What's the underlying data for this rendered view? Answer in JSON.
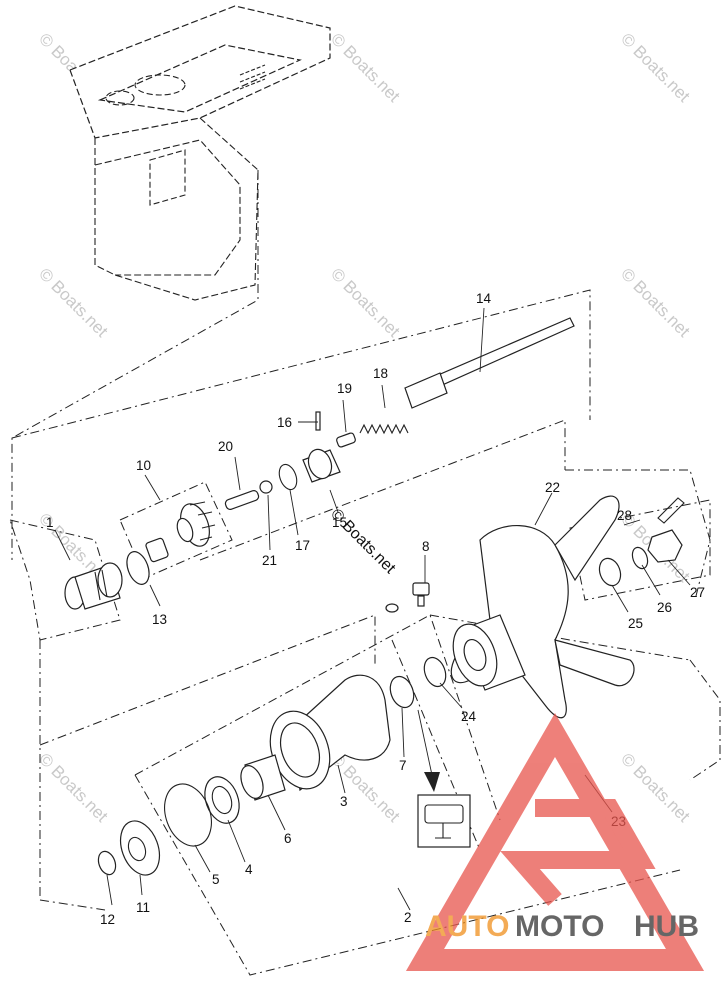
{
  "diagram": {
    "watermark_text": "© Boats.net",
    "watermark_overlay_text": "© Boats.net",
    "part_numbers": [
      "1",
      "2",
      "3",
      "4",
      "5",
      "6",
      "7",
      "8",
      "10",
      "11",
      "12",
      "13",
      "14",
      "16",
      "17",
      "18",
      "19",
      "20",
      "21",
      "22",
      "23",
      "24",
      "25",
      "26",
      "27",
      "28",
      "15"
    ]
  },
  "logo": {
    "brand_text_a": "AUTO",
    "brand_text_b": "MOTO",
    "brand_text_c": "HUB",
    "brand_color_red": "#e8554d",
    "brand_color_orange": "#f0901e",
    "brand_color_dark": "#333333"
  }
}
